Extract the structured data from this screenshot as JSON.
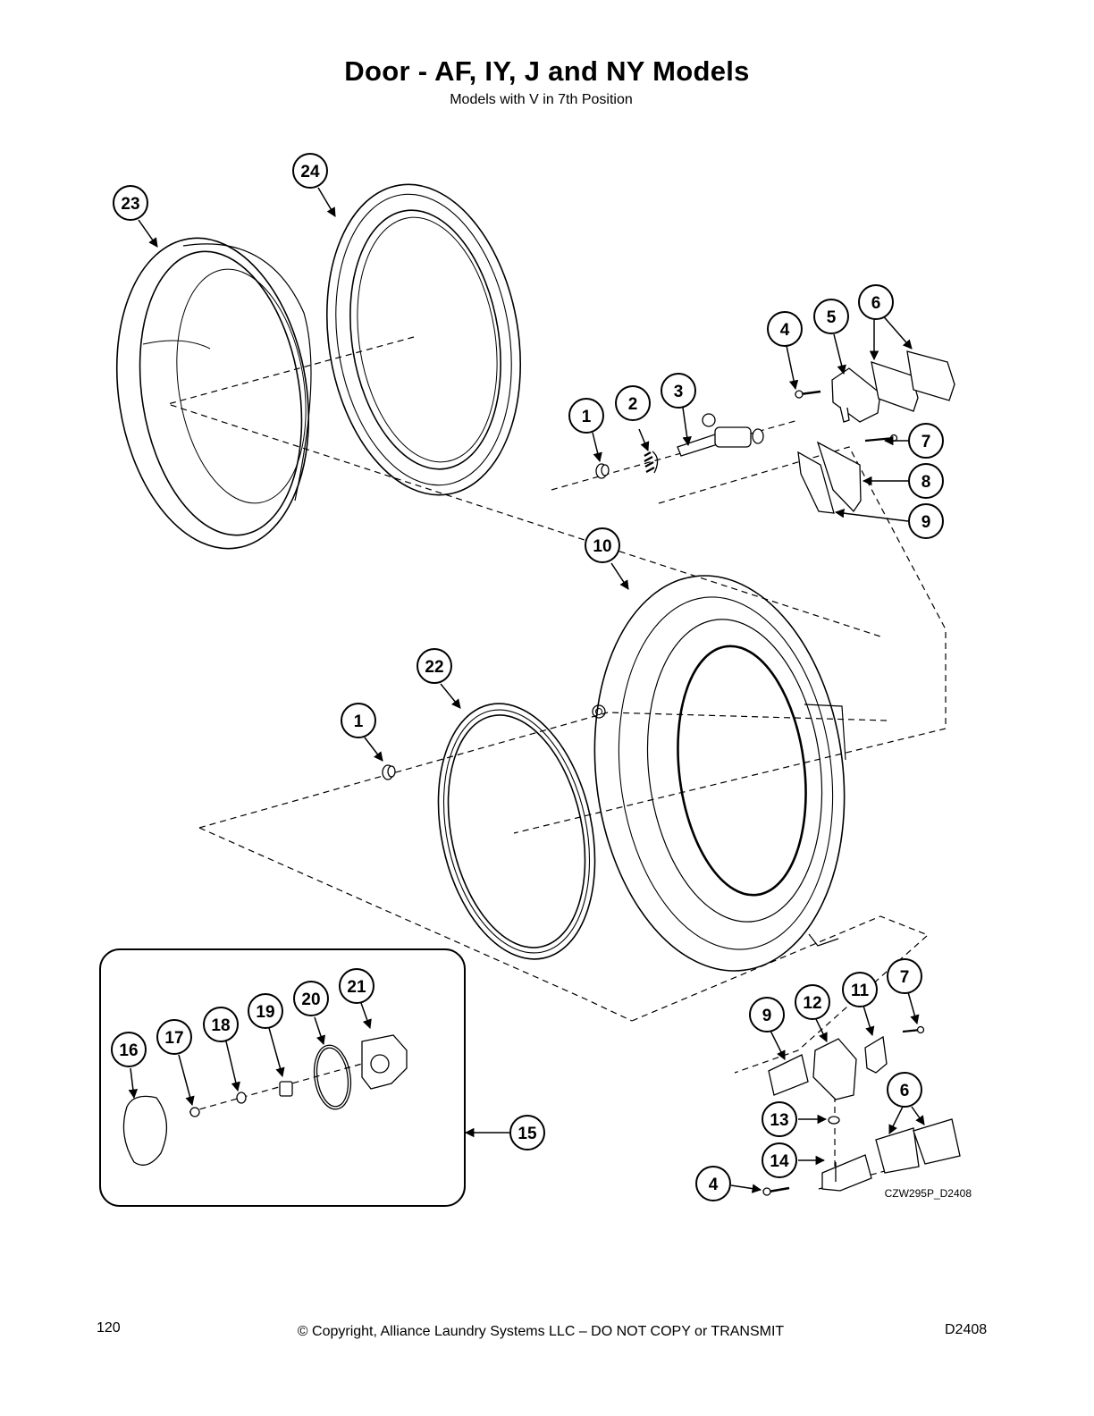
{
  "header": {
    "title": "Door - AF, IY, J and NY Models",
    "subtitle": "Models with V in 7th Position"
  },
  "diagram": {
    "drawing_code": "CZW295P_D2408",
    "callouts": [
      "1",
      "2",
      "3",
      "4",
      "5",
      "6",
      "7",
      "8",
      "9",
      "10",
      "11",
      "12",
      "13",
      "14",
      "15",
      "16",
      "17",
      "18",
      "19",
      "20",
      "21",
      "22",
      "23",
      "24"
    ]
  },
  "footer": {
    "page_number": "120",
    "copyright": "© Copyright, Alliance Laundry Systems LLC – DO NOT COPY or TRANSMIT",
    "doc_code": "D2408"
  }
}
